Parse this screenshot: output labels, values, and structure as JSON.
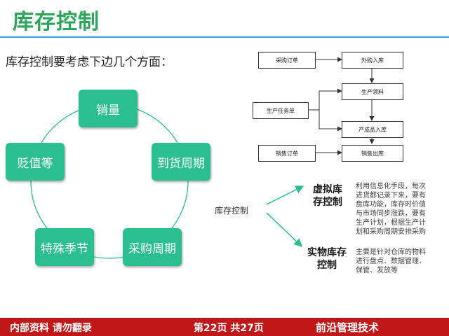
{
  "header": {
    "title": "库存控制"
  },
  "intro": "库存控制要考虑下边几个方面：",
  "cycle": [
    "销量",
    "到货周期",
    "采购周期",
    "特殊季节",
    "贬值等"
  ],
  "flowchart": {
    "purchase_order": "采购订单",
    "purchase_in": "外购入库",
    "production_task": "生产任务单",
    "production_pick": "生产领料",
    "product_in": "产成品入库",
    "sales_order": "销售订单",
    "sales_out": "销售出库"
  },
  "control": {
    "label": "库存控制",
    "virtual": {
      "title_lines": [
        "虚拟库",
        "存控制"
      ],
      "desc_lines": [
        "利用信息化手段，每次",
        "进货都记录下来，要有",
        "盘库功能，库存时价值",
        "与市场同步涨跌，要有",
        "生产计划，根据生产计",
        "划和采购周期安排采购"
      ]
    },
    "physical": {
      "title_lines": [
        "实物库存",
        "控制"
      ],
      "desc_lines": [
        "主要是针对仓库的物料",
        "进行盘点、数据管理、",
        "保管、发放等"
      ]
    }
  },
  "footer": {
    "left": "内部资料  请勿翻录",
    "page": "第22页  共27页",
    "right": "前沿管理技术"
  },
  "colors": {
    "title": "#2aa55a",
    "node": "#2bbf8f",
    "footer": "#c01818",
    "rule": "#3aa0d8"
  }
}
